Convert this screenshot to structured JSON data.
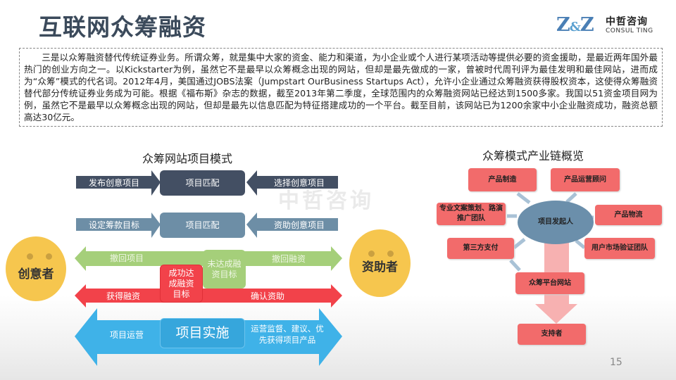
{
  "header": {
    "title": "互联网众筹融资",
    "logo": {
      "mark": "Z&Z",
      "name_cn": "中哲咨询",
      "name_en": "CONSUL TING"
    }
  },
  "paragraph": "三是以众筹融资替代传统证券业务。所谓众筹，就是集中大家的资金、能力和渠道，为小企业或个人进行某项活动等提供必要的资金援助，是最近两年国外最热门的创业方向之一。以Kickstarter为例，虽然它不是最早以众筹概念出现的网站，但却是最先做成的一家，曾被时代周刊评为最佳发明和最佳网站，进而成为“众筹”模式的代名词。2012年4月，美国通过JOBS法案（Jumpstart OurBusiness Startups Act），允许小企业通过众筹融资获得股权资本，这使得众筹融资替代部分传统证券业务成为可能。根据《福布斯》杂志的数据，截至2013年第二季度，全球范围内的众筹融资网站已经达到1500多家。我国以51资金项目网为例，虽然它不是最早以众筹概念出现的网站，但却是最先以信息匹配为特征搭建成功的一个平台。截至目前，该网站已为1200余家中小企业融资成功，融资总额高达30亿元。",
  "left_diagram": {
    "title": "众筹网站项目模式",
    "creator": "创意者",
    "funder": "资助者",
    "row1": {
      "left": "发布创意项目",
      "center": "项目匹配",
      "right": "选择创意项目"
    },
    "row2": {
      "left": "设定筹款目标",
      "center": "项目匹配",
      "right": "资助创意项目"
    },
    "row3": {
      "left": "撤回项目",
      "center": "未达成融资目标",
      "right": "撤回融资"
    },
    "row4": {
      "left": "获得融资",
      "center": "成功达成融资目标",
      "right": "确认资助"
    },
    "row5": {
      "left": "项目运营",
      "center": "项目实施",
      "right": "运营监督、建议、优先获得项目产品"
    },
    "watermark": "中哲咨询",
    "colors": {
      "row1": "#434f63",
      "row2": "#6d8ea6",
      "row3": "#a5cf7a",
      "row4": "#f2424a",
      "row5": "#3fb2e8"
    }
  },
  "right_diagram": {
    "title": "众筹模式产业链概览",
    "center": "项目发起人",
    "nodes": [
      "产品制造",
      "产品运营顾问",
      "专业文案策划、路演推广团队",
      "产品物流",
      "第三方支付",
      "用户市场验证团队"
    ],
    "platform": "众筹平台网站",
    "supporter": "支持者"
  },
  "page_number": "15"
}
